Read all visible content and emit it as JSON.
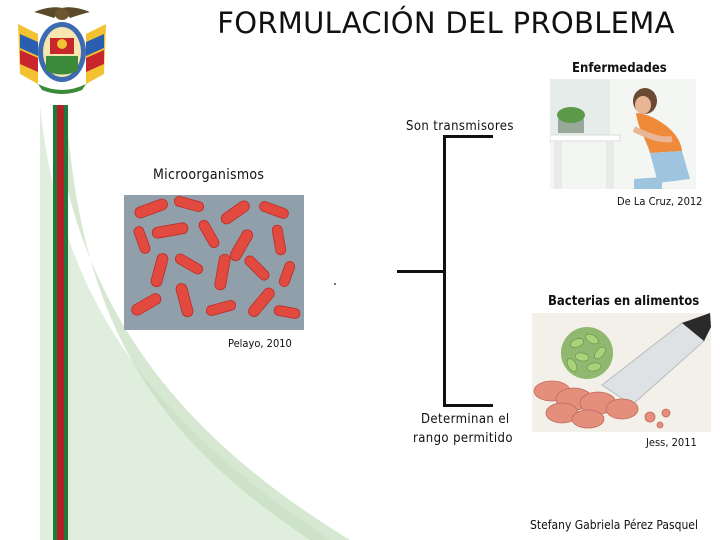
{
  "slide": {
    "title": "FORMULACIÓN DEL PROBLEMA",
    "labels": {
      "enfermedades": "Enfermedades",
      "transmisores": "Son transmisores",
      "microorganismos": "Microorganismos",
      "cita_delacruz": "De La Cruz, 2012",
      "bacterias_alimentos": "Bacterias en alimentos",
      "cita_pelayo": "Pelayo, 2010",
      "determinan_1": "Determinan el",
      "determinan_2": "rango permitido",
      "cita_jess": "Jess, 2011",
      "author": "Stefany Gabriela Pérez Pasquel"
    }
  },
  "colors": {
    "stripe_green": "#1e7a3c",
    "stripe_red": "#b21f24",
    "swoosh_green": "#cfe3c8"
  }
}
